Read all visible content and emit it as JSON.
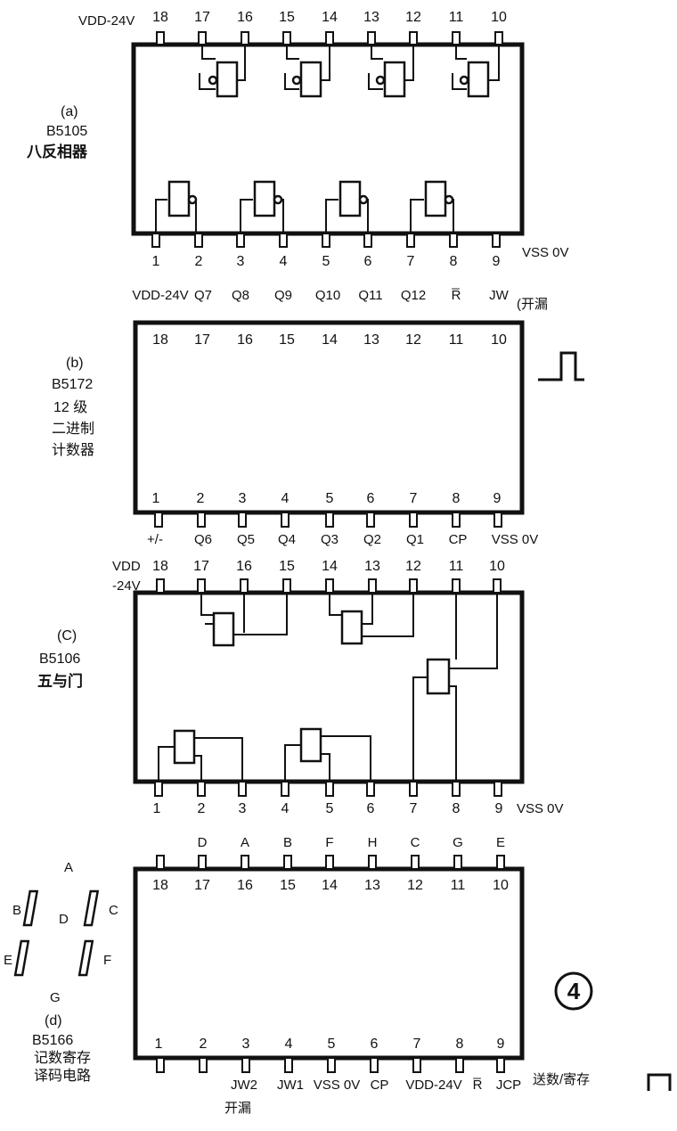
{
  "section_a": {
    "id": "(a)",
    "part": "B5105",
    "name": "八反相器",
    "vdd_label": "VDD-24V",
    "vss_label": "VSS 0V"
  },
  "section_b": {
    "id": "(b)",
    "part": "B5172",
    "name_line1": "12 级",
    "name_line2": "二进制",
    "name_line3": "计数器",
    "top_labels": [
      "VDD-24V",
      "Q7",
      "Q8",
      "Q9",
      "Q10",
      "Q11",
      "Q12",
      "R̅",
      "JW"
    ],
    "top_note": "(开漏",
    "bottom_labels": [
      "+/-",
      "Q6",
      "Q5",
      "Q4",
      "Q3",
      "Q2",
      "Q1",
      "CP",
      "VSS 0V"
    ]
  },
  "section_c": {
    "id": "(C)",
    "part": "B5106",
    "name": "五与门",
    "vdd_line1": "VDD",
    "vdd_line2": "-24V",
    "vss_label": "VSS 0V"
  },
  "section_d": {
    "id": "(d)",
    "part": "B5166",
    "name_line1": "记数寄存",
    "name_line2": "译码电路",
    "top_labels": [
      "D",
      "A",
      "B",
      "F",
      "H",
      "C",
      "G",
      "E"
    ],
    "bottom_labels": [
      "JW2",
      "JW1",
      "VSS 0V",
      "CP",
      "VDD-24V",
      "R̅",
      "JCP"
    ],
    "bottom_note": "开漏",
    "right_note": "送数/寄存",
    "segments": [
      "A",
      "B",
      "C",
      "D",
      "E",
      "F",
      "G"
    ],
    "figure_number": "4"
  },
  "pins_top": [
    "18",
    "17",
    "16",
    "15",
    "14",
    "13",
    "12",
    "11",
    "10"
  ],
  "pins_bottom": [
    "1",
    "2",
    "3",
    "4",
    "5",
    "6",
    "7",
    "8",
    "9"
  ]
}
